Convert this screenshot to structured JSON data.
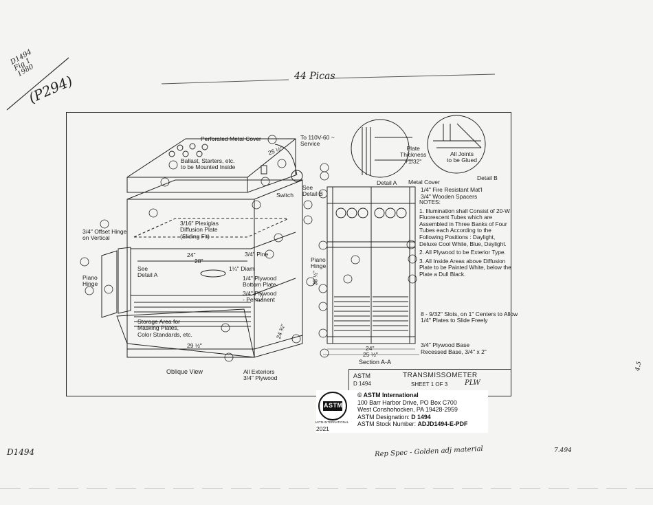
{
  "handwritten": {
    "corner_note": "D1494\nFig 1\n1980",
    "page_ref": "(P294)",
    "top_note": "44 Picas",
    "left_bottom": "D1494",
    "right_bottom": "7.494",
    "bottom_note": "Rep Spec - Golden adj material",
    "right_margin": "4.5"
  },
  "labels": {
    "perforated_cover": "Perforated Metal Cover",
    "power": "To 110V-60 ~\nService",
    "ballast": "Ballast, Starters, etc.\nto be Mounted Inside",
    "dim_25_half": "25 ½\"",
    "see_detail_b": "See\nDetail B",
    "switch": "Switch",
    "plexiglas": "3/16\" Plexiglas\nDiffusion Plate\n(Sliding Fit)",
    "offset_hinge": "3/4\" Offset Hinge\non Vertical",
    "piano_hinge_left": "Piano\nHinge",
    "see_detail_a": "See\nDetail A",
    "dim_24": "24\"",
    "dim_28": "28\"",
    "pine": "3/4\" Pine",
    "diam": "1¼\" Diam",
    "plywood_bottom": "1/4\" Plywood\nBottom Plate",
    "plywood_perm": "3/4\" Plywood\n- Permanent",
    "storage": "Storage Area for\nMasking Plates,\nColor Standards, etc.",
    "dim_29_half": "29 ½\"",
    "dim_24_3q": "24 ¾\"",
    "oblique_view": "Oblique View",
    "all_exteriors": "All Exteriors\n3/4\" Plywood",
    "detail_a": "Detail A",
    "detail_b": "Detail B",
    "plate_thickness": "Plate\nThickness\n+1/32\"",
    "all_joints": "All Joints\nto be Glued",
    "metal_cover": "Metal Cover",
    "fire_resistant": "1/4\" Fire Resistant Mat'l",
    "wooden_spacers": "3/4\" Wooden Spacers",
    "piano_hinge_right": "Piano\nHinge",
    "slots": "8 - 9/32\" Slots, on 1\" Centers to Allow\n1/4\" Plates to Slide Freely",
    "plywood_base": "3/4\" Plywood Base",
    "recessed_base": "Recessed Base, 3/4\" x 2\"",
    "section_aa": "Section A-A",
    "dim_24_b": "24\"",
    "dim_25_half_b": "25 ½\"",
    "dim_38_half": "38 ½\""
  },
  "notes": {
    "heading": "NOTES:",
    "items": [
      "1. Illumination shall Consist of 20-W Fluorescent Tubes which are Assembled in Three Banks of Four Tubes each According to the Following Positions : Daylight, Deluxe Cool White, Blue, Daylight.",
      "2. All Plywood to be Exterior Type.",
      "3. All Inside Areas above Diffusion Plate to be Painted White, below the Plate a Dull Black."
    ]
  },
  "title_block": {
    "org": "ASTM",
    "designation": "D 1494",
    "title": "TRANSMISSOMETER",
    "sheet": "SHEET 1 OF 3",
    "initials": "PLW"
  },
  "copyright": {
    "logo_text": "ASTM",
    "logo_caption": "ASTM INTERNATIONAL",
    "year": "2021",
    "line1": "© ASTM International",
    "line2": "100 Barr Harbor Drive, PO Box C700",
    "line3": "West Conshohocken, PA  19428-2959",
    "designation_label": "ASTM Designation:",
    "designation_value": "D 1494",
    "stock_label": "ASTM Stock Number:",
    "stock_value": "ADJD1494-E-PDF"
  }
}
